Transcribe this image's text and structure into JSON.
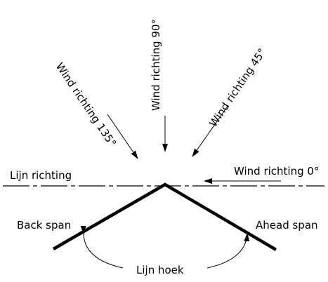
{
  "labels": {
    "wind_90": "Wind richting 90°",
    "wind_45": "Wind richting 45°",
    "wind_135": "Wind richting 135°",
    "wind_0": "Wind richting 0°",
    "line_direction": "Lijn richting",
    "back_span": "Back span",
    "ahead_span": "Ahead span",
    "line_angle": "Lijn hoek"
  },
  "colors": {
    "stroke": "#000000",
    "background": "#ffffff"
  }
}
